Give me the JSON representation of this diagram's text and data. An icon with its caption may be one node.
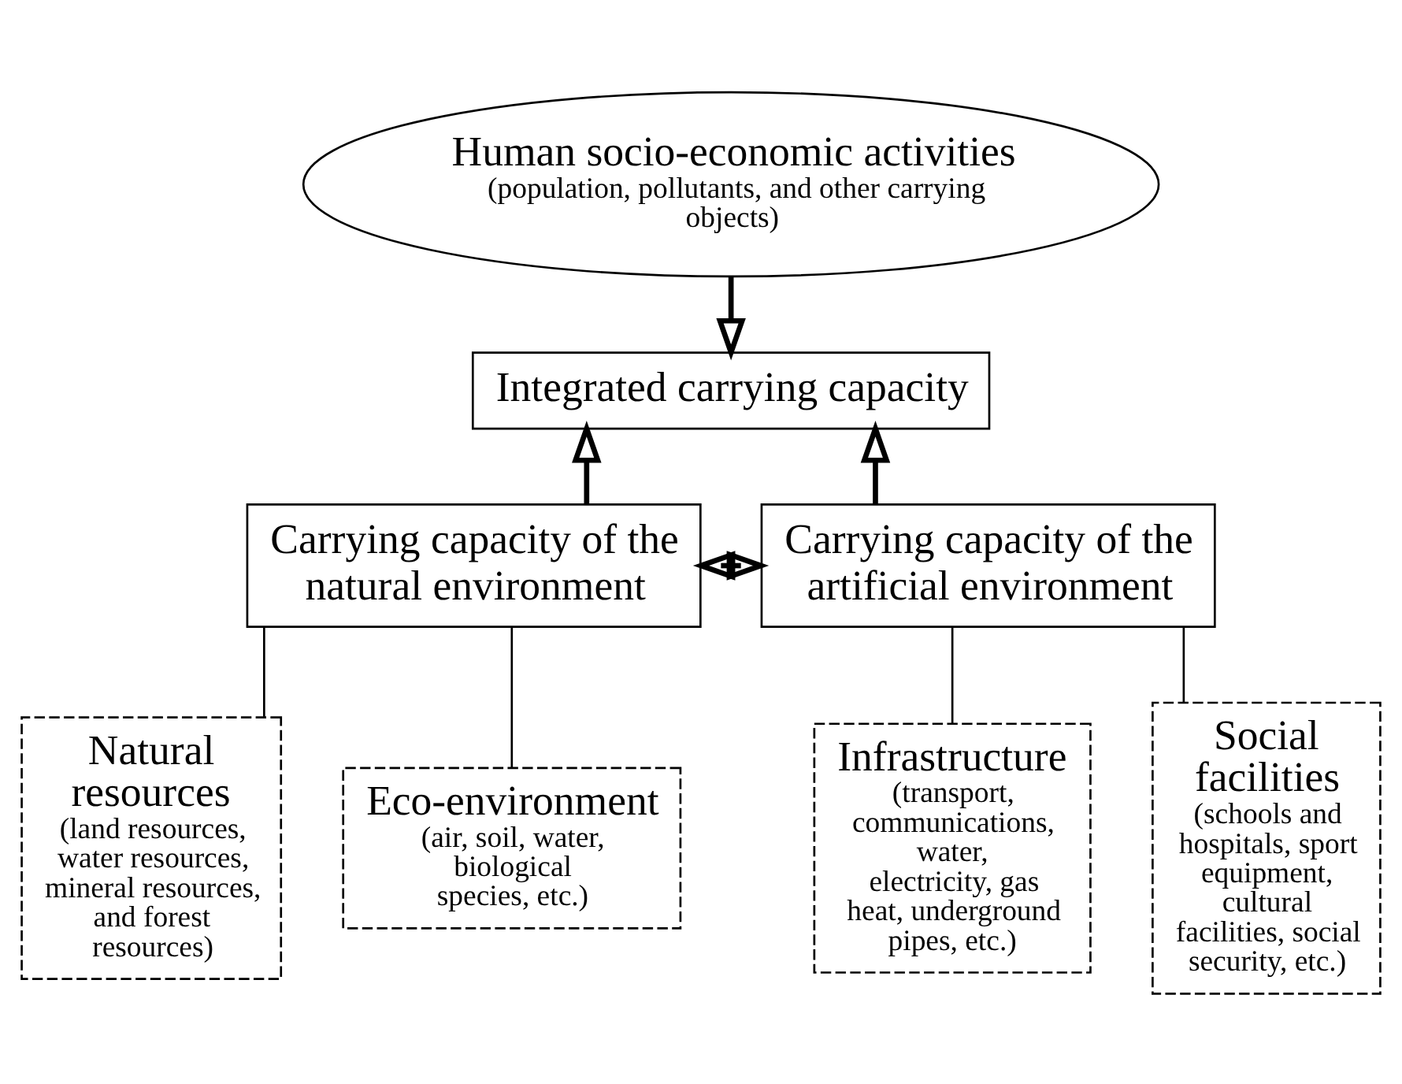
{
  "diagram": {
    "nodes": [
      {
        "text": [
          "Human socio-economic activities",
          "(population, pollutants, and other carrying objects)"
        ]
      },
      {
        "text": [
          "Integrated carrying capacity"
        ]
      },
      {
        "text": [
          "Carrying capacity of the natural environment"
        ]
      },
      {
        "text": [
          "Carrying capacity of the artificial environment"
        ]
      },
      {
        "text": [
          "Natural resources",
          "(land resources, water resources, mineral resources, and forest resources)"
        ]
      },
      {
        "text": [
          "Eco-environment",
          "(air, soil, water, biological species, etc.)"
        ]
      },
      {
        "text": [
          "Infrastructure",
          "(transport, communications, water, electricity, gas heat, underground pipes, etc.)"
        ]
      },
      {
        "text": [
          "Social facilities",
          "(schools and hospitals, sport equipment, cultural facilities, social security, etc.)"
        ]
      }
    ],
    "edges": [
      {
        "from": 0,
        "to": 1,
        "arrow": "to",
        "style": "thick"
      },
      {
        "from": 2,
        "to": 1,
        "arrow": "to",
        "style": "thick"
      },
      {
        "from": 3,
        "to": 1,
        "arrow": "to",
        "style": "thick"
      },
      {
        "from": 2,
        "to": 3,
        "arrow": "both",
        "style": "thick"
      },
      {
        "from": 2,
        "to": 4,
        "arrow": "none"
      },
      {
        "from": 2,
        "to": 5,
        "arrow": "none"
      },
      {
        "from": 3,
        "to": 6,
        "arrow": "none"
      },
      {
        "from": 3,
        "to": 7,
        "arrow": "none"
      }
    ]
  }
}
